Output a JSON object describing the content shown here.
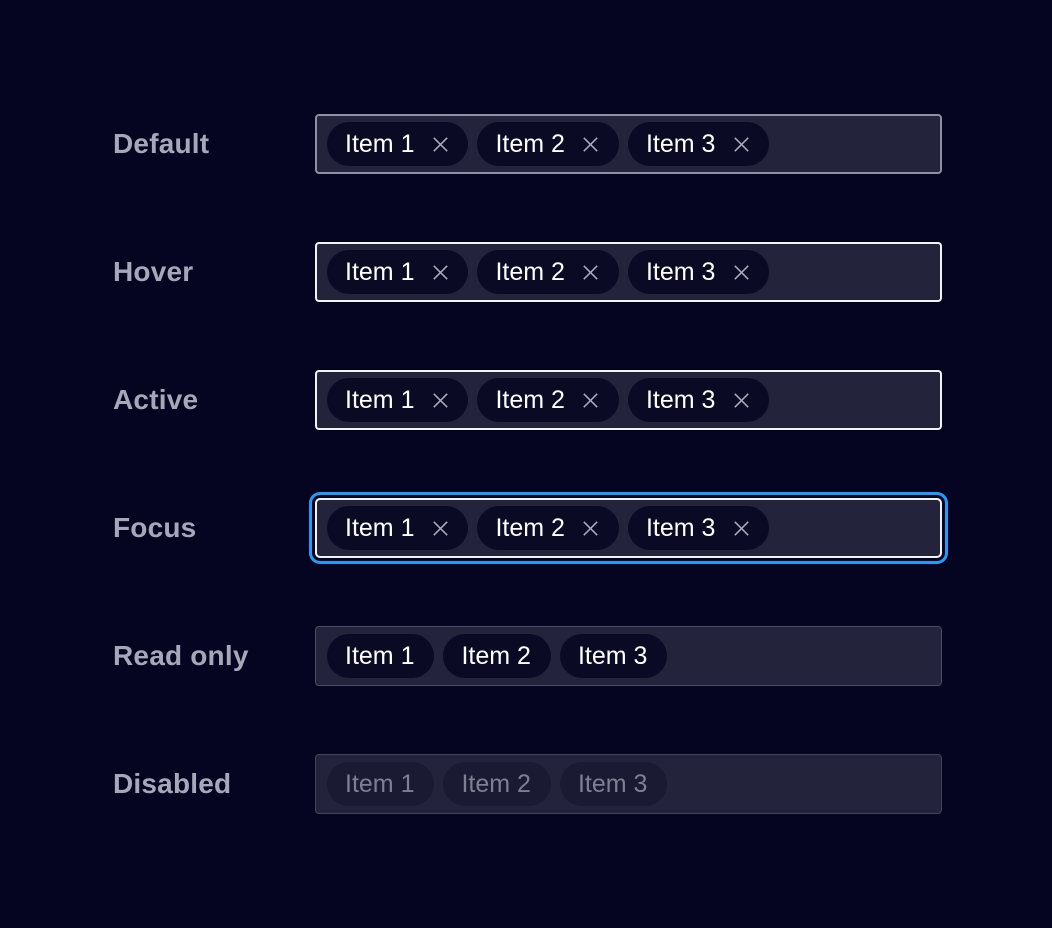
{
  "component": "multiselect-chip-input-states",
  "colors": {
    "background": "#050521",
    "field_background": "#23233C",
    "label_text": "#A6A7B8",
    "chip_background": "#0A0A25",
    "chip_text": "#FFFFFF",
    "remove_icon": "#A9AABB",
    "border_default": "#8E8FA3",
    "border_hover": "#F4F4F8",
    "border_active": "#F4F4F8",
    "border_focus": "#F4F4F8",
    "focus_ring": "#229BF7",
    "border_readonly": "#4B4C64",
    "border_disabled": "#434459",
    "chip_background_disabled": "#1A1A33",
    "chip_text_disabled": "#7E7F93"
  },
  "rows": [
    {
      "label": "Default",
      "state": "default",
      "chips": [
        {
          "label": "Item 1",
          "removable": true
        },
        {
          "label": "Item 2",
          "removable": true
        },
        {
          "label": "Item 3",
          "removable": true
        }
      ]
    },
    {
      "label": "Hover",
      "state": "hover",
      "chips": [
        {
          "label": "Item 1",
          "removable": true
        },
        {
          "label": "Item 2",
          "removable": true
        },
        {
          "label": "Item 3",
          "removable": true
        }
      ]
    },
    {
      "label": "Active",
      "state": "active",
      "chips": [
        {
          "label": "Item 1",
          "removable": true
        },
        {
          "label": "Item 2",
          "removable": true
        },
        {
          "label": "Item 3",
          "removable": true
        }
      ]
    },
    {
      "label": "Focus",
      "state": "focus",
      "chips": [
        {
          "label": "Item 1",
          "removable": true
        },
        {
          "label": "Item 2",
          "removable": true
        },
        {
          "label": "Item 3",
          "removable": true
        }
      ]
    },
    {
      "label": "Read only",
      "state": "readonly",
      "chips": [
        {
          "label": "Item 1",
          "removable": false
        },
        {
          "label": "Item 2",
          "removable": false
        },
        {
          "label": "Item 3",
          "removable": false
        }
      ]
    },
    {
      "label": "Disabled",
      "state": "disabled",
      "chips": [
        {
          "label": "Item 1",
          "removable": false
        },
        {
          "label": "Item 2",
          "removable": false
        },
        {
          "label": "Item 3",
          "removable": false
        }
      ]
    }
  ]
}
